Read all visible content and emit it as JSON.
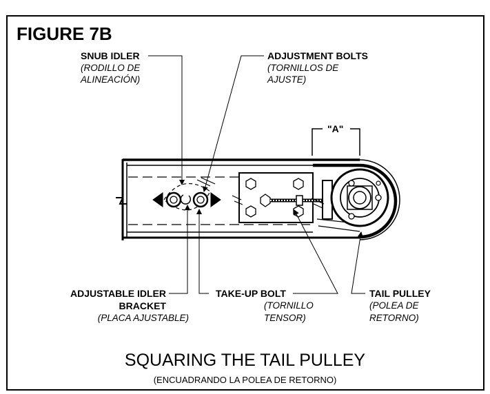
{
  "figure": {
    "title": "FIGURE 7B",
    "caption": "SQUARING THE TAIL PULLEY",
    "caption_spanish": "(ENCUADRANDO LA POLEA DE RETORNO)"
  },
  "labels": {
    "snub_idler": {
      "en": "SNUB IDLER",
      "es_line1": "(RODILLO DE",
      "es_line2": "ALINEACIÓN)"
    },
    "adjustment_bolts": {
      "en": "ADJUSTMENT BOLTS",
      "es_line1": "(TORNILLOS DE",
      "es_line2": "AJUSTE)"
    },
    "dimension_a": "\"A\"",
    "adjustable_idler_bracket": {
      "en_line1": "ADJUSTABLE IDLER",
      "en_line2": "BRACKET",
      "es": "(PLACA AJUSTABLE)"
    },
    "take_up_bolt": {
      "en": "TAKE-UP BOLT",
      "es_line1": "(TORNILLO",
      "es_line2": "TENSOR)"
    },
    "tail_pulley": {
      "en": "TAIL PULLEY",
      "es_line1": "(POLEA DE",
      "es_line2": "RETORNO)"
    }
  }
}
